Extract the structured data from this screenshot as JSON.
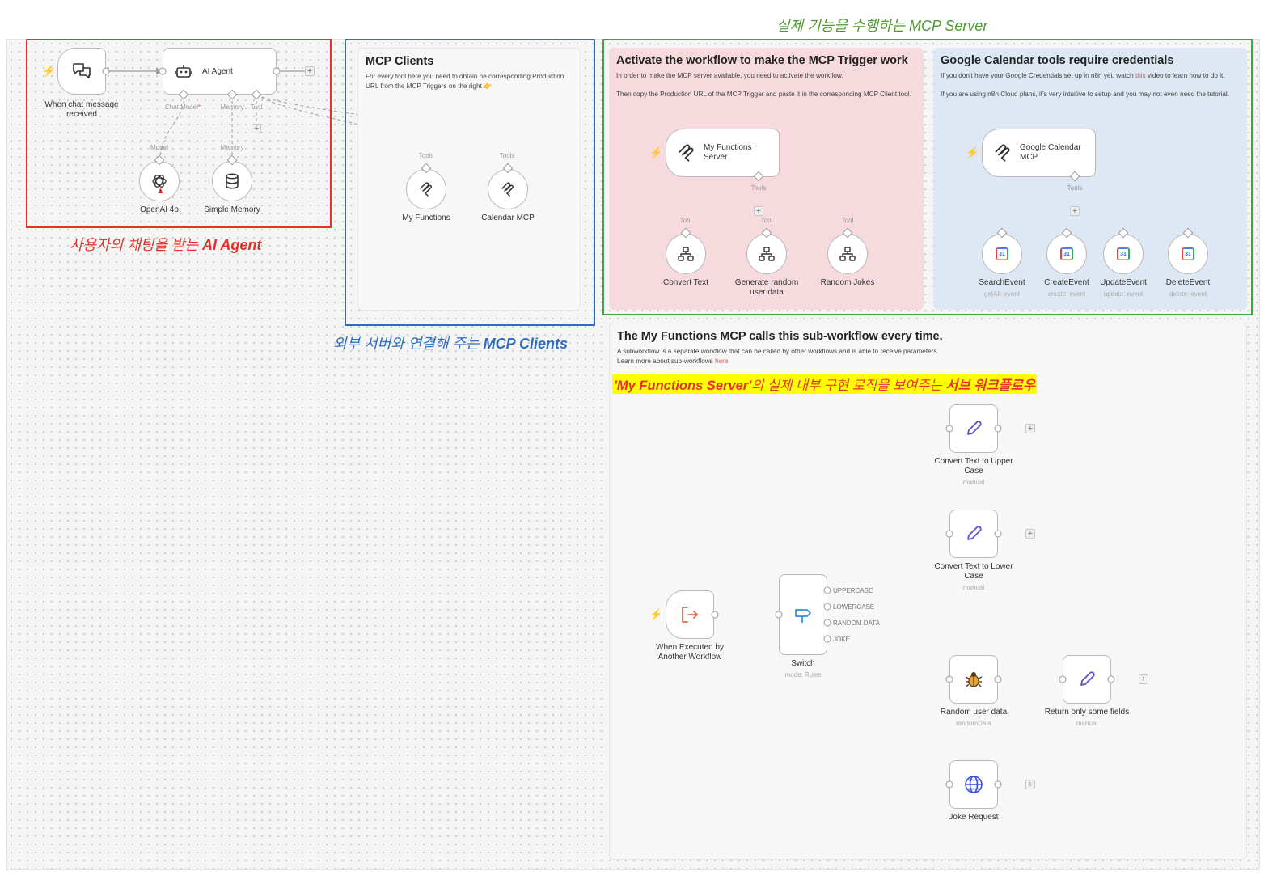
{
  "annotations": {
    "mcp_server": "실제 기능을 수행하는 MCP Server",
    "ai_agent_prefix": "사용자의 채팅을 받는 ",
    "ai_agent_bold": "AI Agent",
    "mcp_clients_prefix": "외부 서버와 연결해 주는 ",
    "mcp_clients_bold": "MCP Clients",
    "subworkflow_quote": "'My Functions Server'",
    "subworkflow_mid": "의 실제 내부 구현 로직을 보여주는 ",
    "subworkflow_bold": "서브 워크플로우"
  },
  "agent_section": {
    "trigger_label": "When chat message received",
    "agent_label": "AI Agent",
    "port_chat_model": "Chat Model",
    "port_required_mark": "*",
    "port_memory": "Memory",
    "port_tool": "Tool",
    "model_port": "Model",
    "memory_port": "Memory",
    "openai_label": "OpenAI 4o",
    "memory_label": "Simple Memory"
  },
  "mcp_clients_note": {
    "title": "MCP Clients",
    "body": "For every tool here you need to obtain he corresponding Production URL from the MCP Triggers on the right 👉",
    "tools_port": "Tools",
    "client1": "My Functions",
    "client2": "Calendar MCP"
  },
  "activate_note": {
    "title": "Activate the workflow to make the MCP Trigger work",
    "p1": "In order to make the MCP server available, you need to activate the workflow.",
    "p2": "Then copy the Production URL of the MCP Trigger and paste it in the corresponding MCP Client tool.",
    "server_label": "My Functions Server",
    "tools_port": "Tools",
    "tool_port": "Tool",
    "tools": [
      "Convert Text",
      "Generate random user data",
      "Random Jokes"
    ]
  },
  "google_note": {
    "title": "Google Calendar tools require credentials",
    "p1_before": "If you don't have your Google Credentials set up in n8n yet, watch ",
    "p1_link": "this",
    "p1_after": " video to learn how to do it.",
    "p2": "If you are using n8n Cloud plans, it's very intuitive to setup and you may not even need the tutorial.",
    "server_label": "Google Calendar MCP",
    "tools_port": "Tools",
    "calendar_icon_text": "31",
    "tools": [
      {
        "label": "SearchEvent",
        "sub": "getAll: event"
      },
      {
        "label": "CreateEvent",
        "sub": "create: event"
      },
      {
        "label": "UpdateEvent",
        "sub": "update: event"
      },
      {
        "label": "DeleteEvent",
        "sub": "delete: event"
      }
    ]
  },
  "subworkflow_note": {
    "title": "The My Functions MCP calls this sub-workflow every time.",
    "p1": "A subworkflow is a separate workflow that can be called by other workflows and is able to receive parameters.",
    "p2_before": "Learn more about sub-workflows ",
    "p2_link": "here"
  },
  "subworkflow_nodes": {
    "trigger": "When Executed by Another Workflow",
    "switch": "Switch",
    "switch_sub": "mode: Rules",
    "outputs": [
      "UPPERCASE",
      "LOWERCASE",
      "RANDOM DATA",
      "JOKE"
    ],
    "upper": "Convert Text to Upper Case",
    "upper_sub": "manual",
    "lower": "Convert Text to Lower Case",
    "lower_sub": "manual",
    "random": "Random user data",
    "random_sub": "randomData",
    "return": "Return only some fields",
    "return_sub": "manual",
    "joke": "Joke Request"
  },
  "colors": {
    "red_box": "#e8302a",
    "blue_box": "#2f6dc0",
    "green_box": "#3fa83a",
    "pink_note": "#f6dadd",
    "blue_note": "#dde8f4",
    "yellow_highlight": "#ffff00",
    "green_text": "#4d9a2e"
  }
}
